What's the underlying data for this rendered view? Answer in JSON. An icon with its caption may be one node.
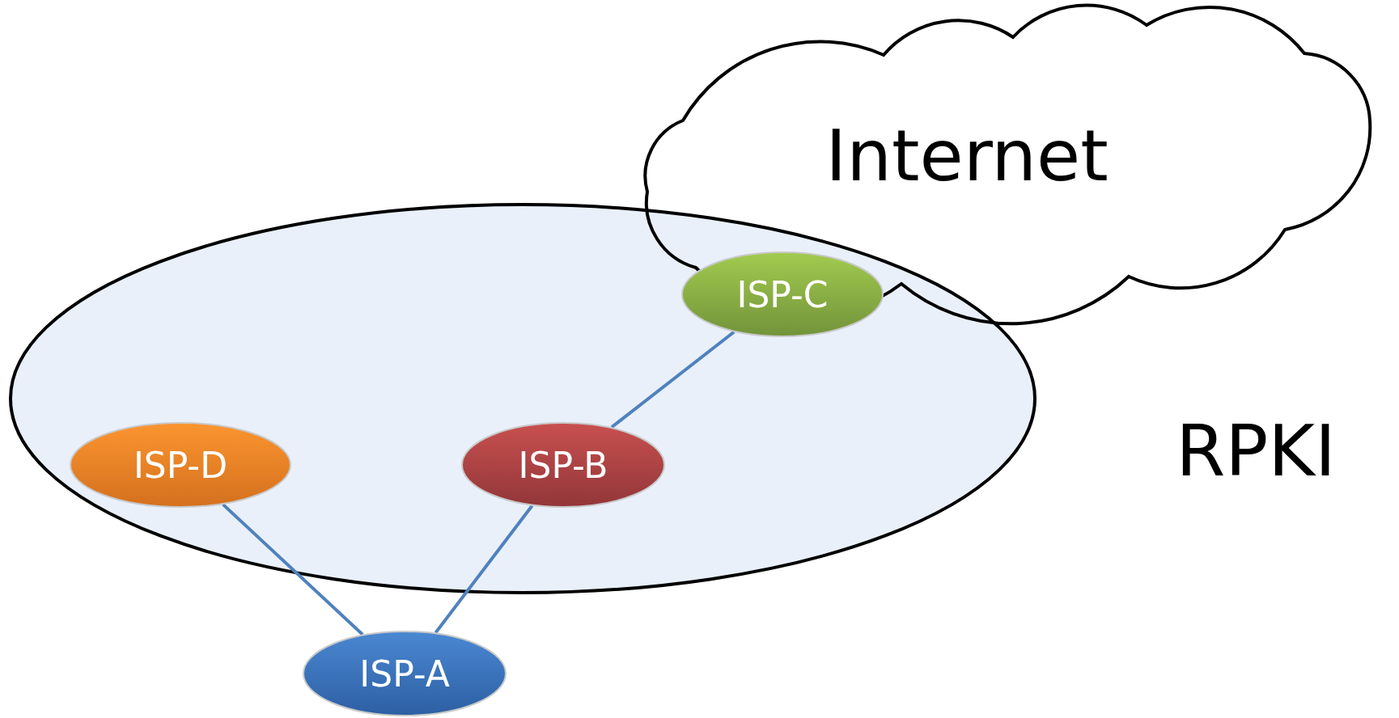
{
  "diagram": {
    "nodes": [
      {
        "text": [
          "Internet"
        ]
      },
      {
        "text": [
          "RPKI"
        ]
      },
      {
        "text": [
          "ISP-C"
        ],
        "in": 1
      },
      {
        "text": [
          "ISP-D"
        ],
        "in": 1
      },
      {
        "text": [
          "ISP-B"
        ],
        "in": 1
      },
      {
        "text": [
          "ISP-A"
        ]
      }
    ],
    "edges": [
      {
        "from": 2,
        "to": 4,
        "arrow": "none"
      },
      {
        "from": 4,
        "to": 5,
        "arrow": "none"
      },
      {
        "from": 3,
        "to": 5,
        "arrow": "none"
      }
    ]
  }
}
